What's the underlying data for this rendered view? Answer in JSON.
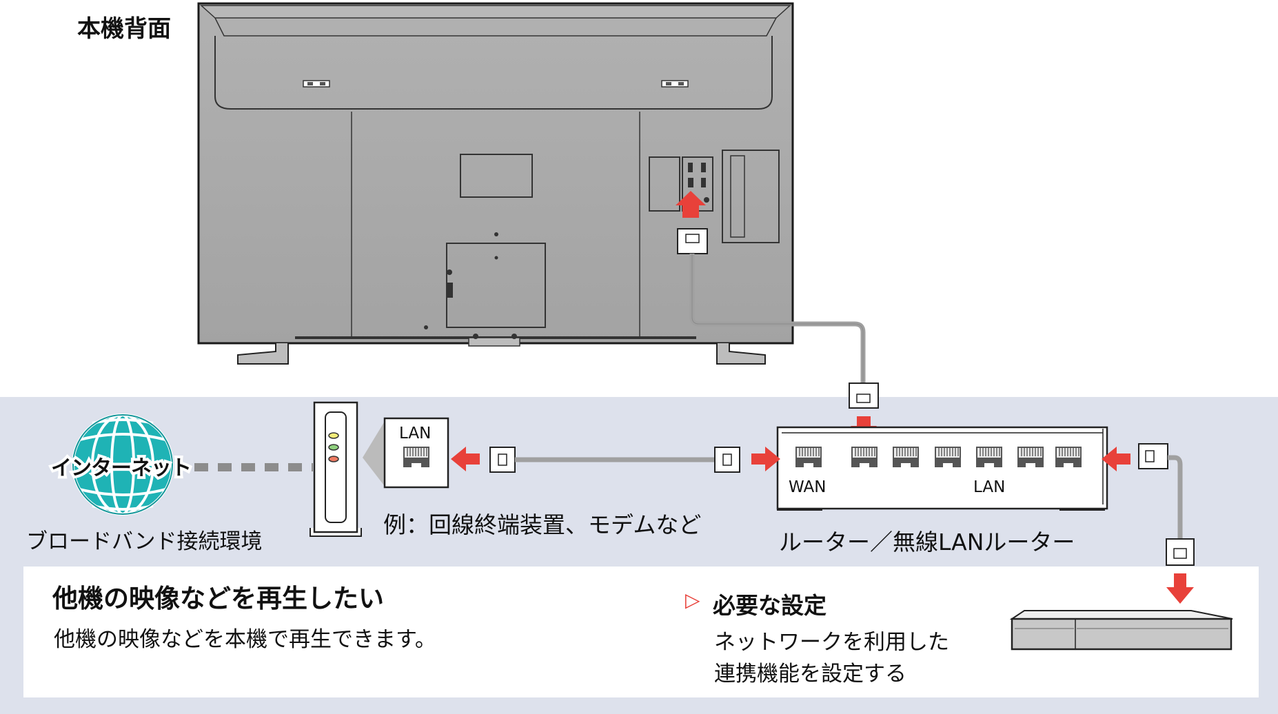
{
  "labels": {
    "tv_rear": "本機背面",
    "internet": "インターネット",
    "broadband": "ブロードバンド接続環境",
    "lan_port": "LAN",
    "modem_example": "例：回線終端装置、モデムなど",
    "router_wan": "WAN",
    "router_lan": "LAN",
    "router_name": "ルーター／無線LANルーター"
  },
  "info": {
    "title": "他機の映像などを再生したい",
    "description": "他機の映像などを本機で再生できます。",
    "settings_marker": "▷",
    "settings_title": "必要な設定",
    "settings_line1": "ネットワークを利用した",
    "settings_line2": "連携機能を設定する"
  },
  "colors": {
    "band": "#dde1ec",
    "tv_body": "#a6a6a6",
    "arrow": "#e8413a",
    "globe": "#1fb3b5",
    "cable": "#a0a0a0",
    "led_yellow": "#f3ec7a",
    "led_green": "#8fd07e",
    "led_red": "#ee7a62"
  }
}
